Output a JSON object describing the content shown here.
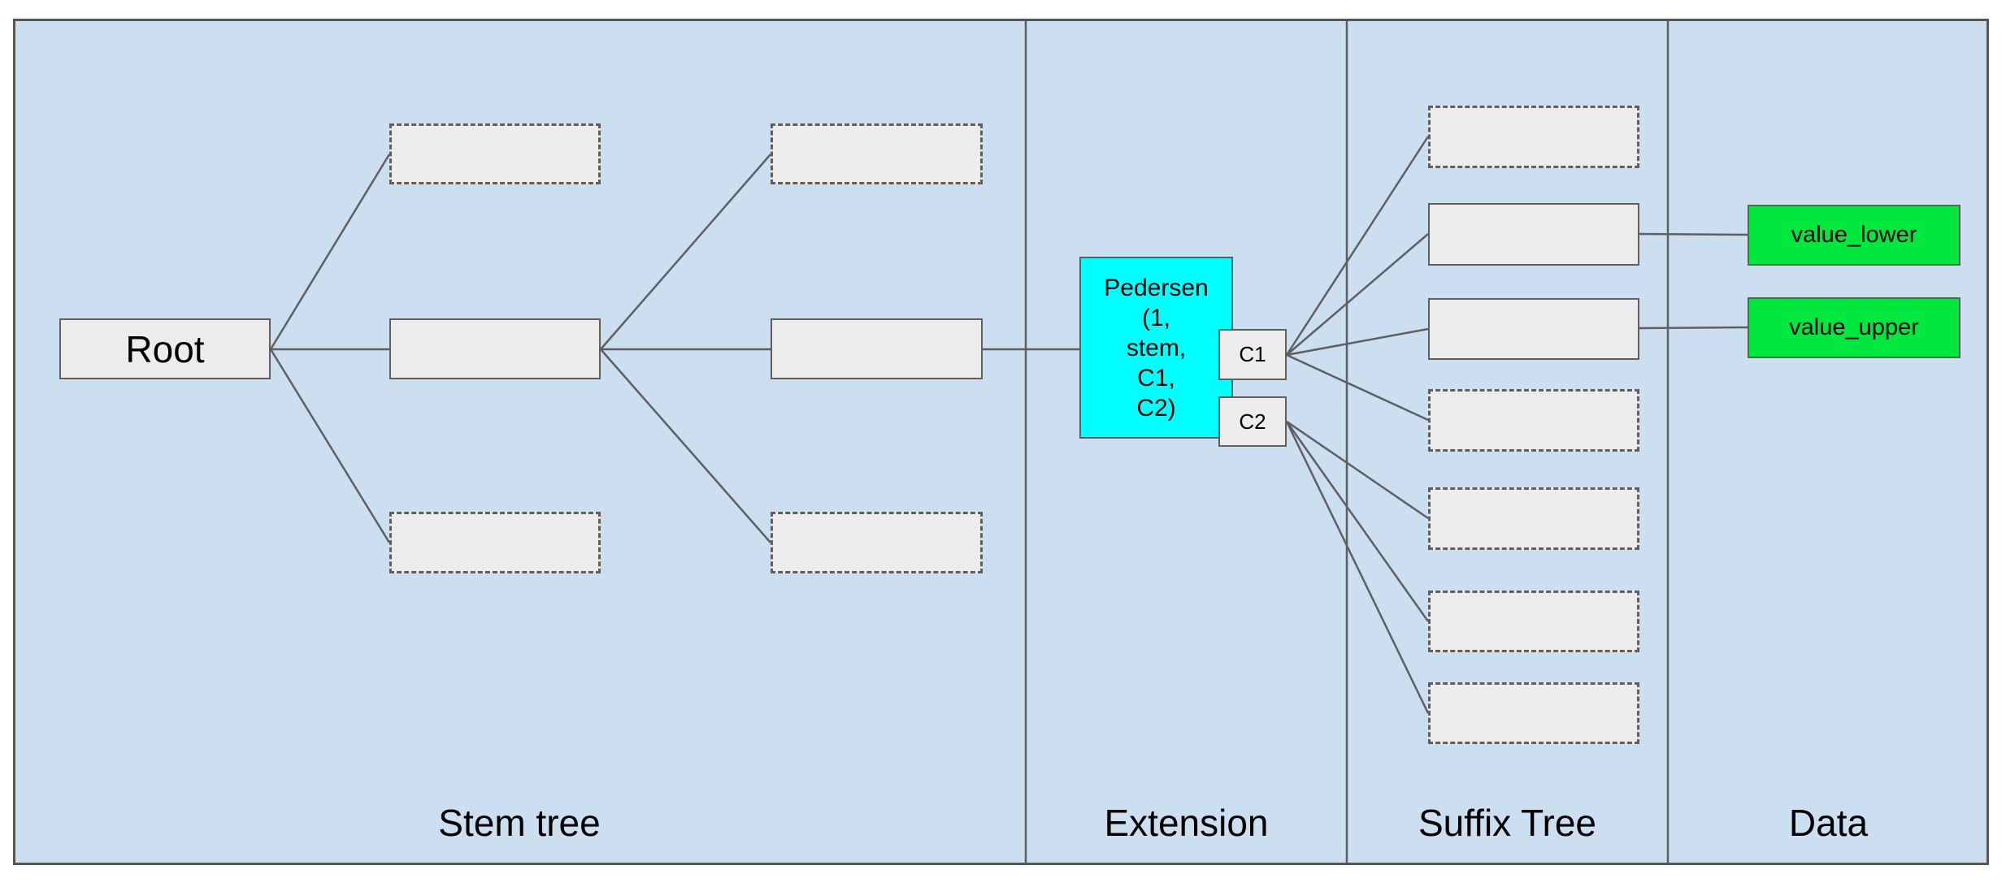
{
  "sections": {
    "stem": {
      "label": "Stem tree"
    },
    "extension": {
      "label": "Extension"
    },
    "suffix": {
      "label": "Suffix Tree"
    },
    "data": {
      "label": "Data"
    }
  },
  "nodes": {
    "root": {
      "label": "Root"
    },
    "pedersen": {
      "label": "Pedersen\n(1,\nstem,\nC1,\nC2)"
    },
    "c1": {
      "label": "C1"
    },
    "c2": {
      "label": "C2"
    },
    "value_lower": {
      "label": "value_lower"
    },
    "value_upper": {
      "label": "value_upper"
    }
  },
  "placeholder_counts": {
    "stem_dashed_nodes": 4,
    "stem_solid_nodes": 2,
    "suffix_dashed_nodes": 5,
    "suffix_solid_nodes": 2
  },
  "colors": {
    "canvas_background": "#cbdff0",
    "node_fill": "#ececec",
    "node_border": "#5f5f5f",
    "pedersen_fill": "#00ffff",
    "value_fill": "#00e83e",
    "connector": "#5f5f5f",
    "text": "#000000"
  }
}
